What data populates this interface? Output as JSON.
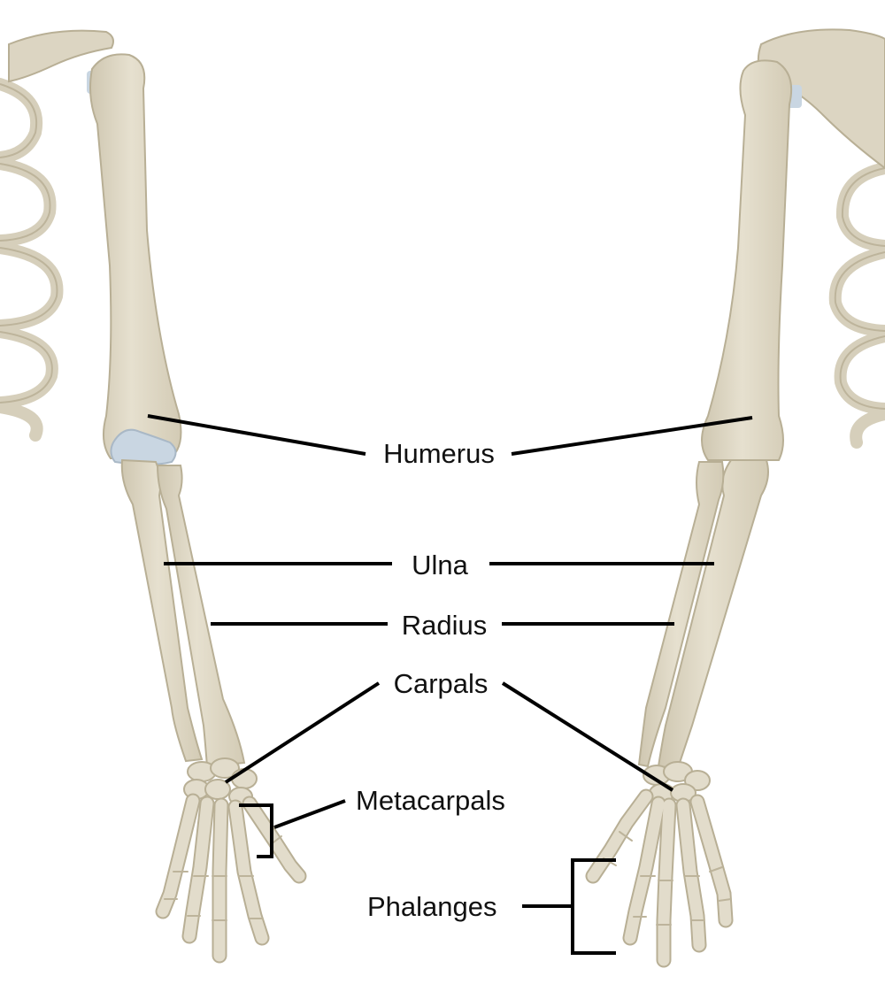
{
  "labels": {
    "humerus": "Humerus",
    "ulna": "Ulna",
    "radius": "Radius",
    "carpals": "Carpals",
    "metacarpals": "Metacarpals",
    "phalanges": "Phalanges"
  },
  "colors": {
    "bone": "#e2dccb",
    "bone_shade": "#cfc7b1",
    "bone_outline": "#b8af95",
    "cartilage": "#c9d6e2",
    "leader_line": "#000000",
    "label_text": "#111111",
    "background": "#ffffff"
  }
}
